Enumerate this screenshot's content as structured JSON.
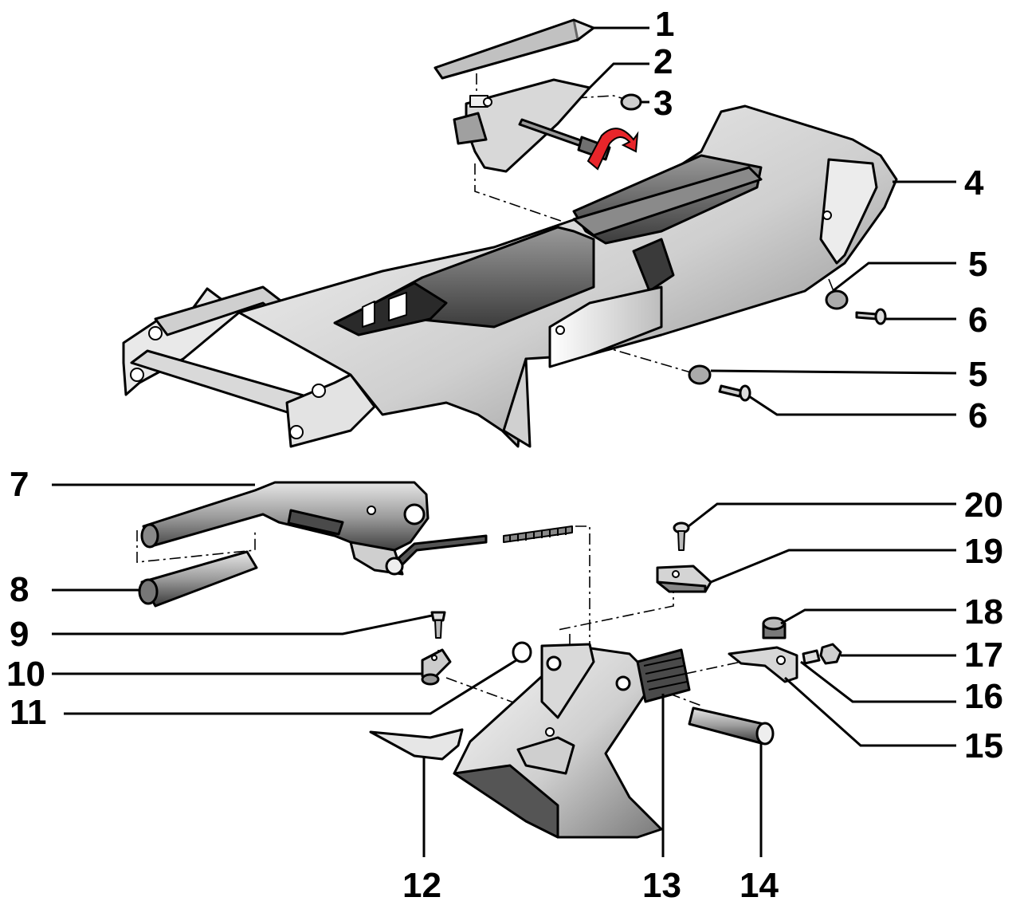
{
  "callouts": [
    {
      "id": "1",
      "label": "1"
    },
    {
      "id": "2",
      "label": "2"
    },
    {
      "id": "3",
      "label": "3"
    },
    {
      "id": "4",
      "label": "4"
    },
    {
      "id": "5a",
      "label": "5"
    },
    {
      "id": "6a",
      "label": "6"
    },
    {
      "id": "5b",
      "label": "5"
    },
    {
      "id": "6b",
      "label": "6"
    },
    {
      "id": "7",
      "label": "7"
    },
    {
      "id": "8",
      "label": "8"
    },
    {
      "id": "9",
      "label": "9"
    },
    {
      "id": "10",
      "label": "10"
    },
    {
      "id": "11",
      "label": "11"
    },
    {
      "id": "12",
      "label": "12"
    },
    {
      "id": "13",
      "label": "13"
    },
    {
      "id": "14",
      "label": "14"
    },
    {
      "id": "15",
      "label": "15"
    },
    {
      "id": "16",
      "label": "16"
    },
    {
      "id": "17",
      "label": "17"
    },
    {
      "id": "18",
      "label": "18"
    },
    {
      "id": "19",
      "label": "19"
    },
    {
      "id": "20",
      "label": "20"
    }
  ],
  "colors": {
    "line": "#000000",
    "part_light": "#f2f2f2",
    "part_mid": "#c8c8c8",
    "part_dark": "#6a6a6a",
    "arrow_red": "#e8252a"
  },
  "icons": {
    "rotation_arrow": "red-curved-rotate-arrow"
  }
}
